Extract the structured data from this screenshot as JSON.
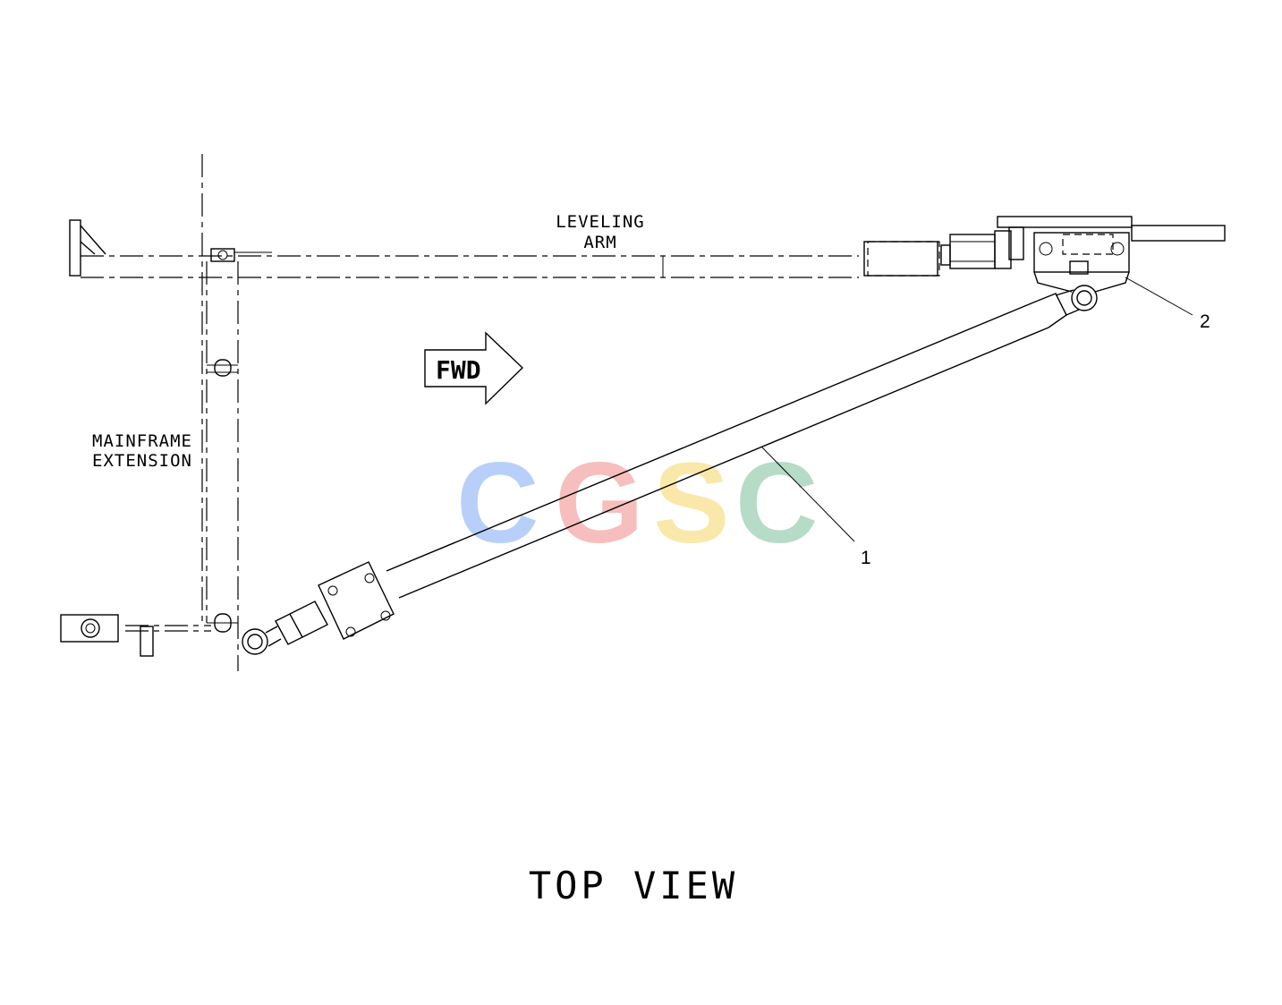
{
  "labels": {
    "leveling_arm_line1": "LEVELING",
    "leveling_arm_line2": "ARM",
    "mainframe_line1": "MAINFRAME",
    "mainframe_line2": "EXTENSION",
    "fwd": "FWD",
    "callout_1": "1",
    "callout_2": "2",
    "view_title": "TOP VIEW"
  },
  "watermark": {
    "letters": [
      {
        "char": "C",
        "color": "#7fa9f5"
      },
      {
        "char": "G",
        "color": "#f08a86"
      },
      {
        "char": "S",
        "color": "#f7d768"
      },
      {
        "char": "C",
        "color": "#7cbf9b"
      }
    ]
  },
  "colors": {
    "line": "#000000",
    "background": "#ffffff"
  }
}
